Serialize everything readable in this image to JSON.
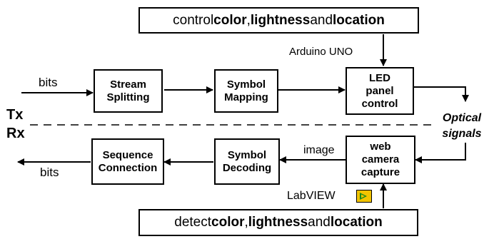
{
  "control_box": {
    "prefix": "control ",
    "color": "color",
    "comma": ", ",
    "lightness": "lightness",
    "and": " and ",
    "location": "location"
  },
  "detect_box": {
    "prefix": "detect ",
    "color": "color",
    "comma": ", ",
    "lightness": "lightness",
    "and": " and ",
    "location": "location"
  },
  "labels": {
    "arduino": "Arduino UNO",
    "labview": "LabVIEW",
    "bits_in": "bits",
    "bits_out": "bits",
    "image": "image",
    "tx": "Tx",
    "rx": "Rx",
    "optical_line1": "Optical",
    "optical_line2": "signals"
  },
  "tx_blocks": [
    {
      "line1": "Stream",
      "line2": "Splitting"
    },
    {
      "line1": "Symbol",
      "line2": "Mapping"
    },
    {
      "line1": "LED",
      "line2": "panel",
      "line3": "control"
    }
  ],
  "rx_blocks": [
    {
      "line1": "Sequence",
      "line2": "Connection"
    },
    {
      "line1": "Symbol",
      "line2": "Decoding"
    },
    {
      "line1": "web",
      "line2": "camera",
      "line3": "capture"
    }
  ],
  "colors": {
    "line": "#000000",
    "labview_icon_bg": "#f2c400",
    "labview_icon_fg": "#1a8a1a"
  }
}
